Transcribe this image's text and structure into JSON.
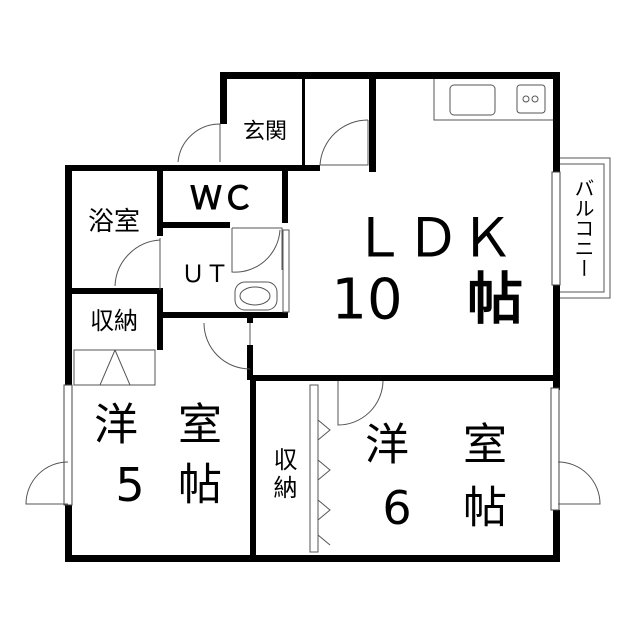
{
  "floor_plan": {
    "rooms": {
      "entrance": "玄関",
      "wc": "ＷＣ",
      "bathroom": "浴室",
      "utility": "ＵＴ",
      "storage_left": "収納",
      "ldk": {
        "name": "ＬＤＫ",
        "size": "10",
        "unit": "帖"
      },
      "western_room_5": {
        "name_1": "洋",
        "name_2": "室",
        "size": "5",
        "unit": "帖"
      },
      "storage_middle": "収納",
      "western_room_6": {
        "name_1": "洋",
        "name_2": "室",
        "size": "6",
        "unit": "帖"
      },
      "balcony": "バルコニー"
    }
  }
}
